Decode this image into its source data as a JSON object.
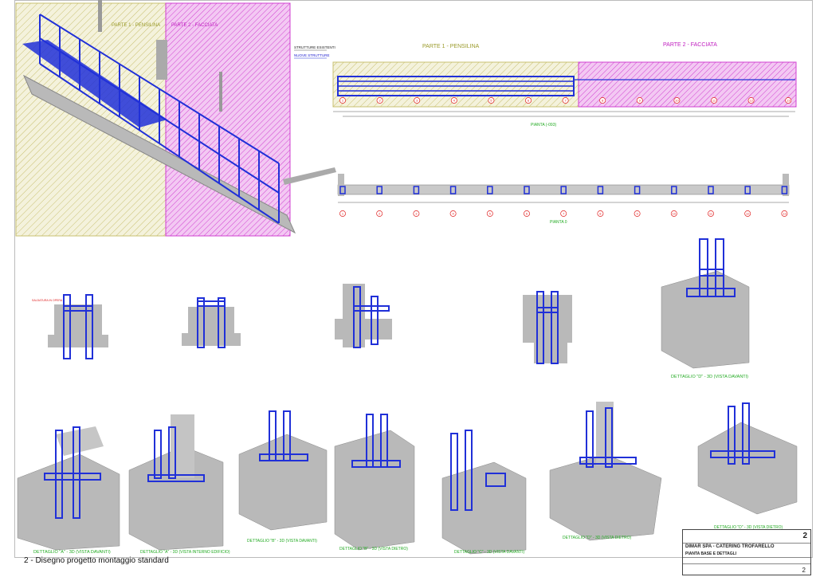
{
  "labels": {
    "part1": "PARTE 1 - PENSILINA",
    "part2": "PARTE 2 - FACCIATA",
    "legend_existing": "STRUTTURE ESISTENTI",
    "legend_new": "NUOVE STRUTTURE",
    "plan_top": "PIANTA (-093)",
    "plan_bottom": "PIANTA 0"
  },
  "grid_numbers": [
    "1",
    "2",
    "3",
    "4",
    "5",
    "6",
    "7",
    "8",
    "9",
    "10",
    "11",
    "12",
    "13"
  ],
  "details": {
    "d0": "DETTAGLIO \"D\" - 3D (VISTA DAVANTI)",
    "d1": "DETTAGLIO \"A\" - 3D (VISTA DAVANTI)",
    "d2": "DETTAGLIO \"A\" - 3D (VISTA INTERNO EDIFICIO)",
    "d3": "DETTAGLIO \"B\" - 3D (VISTA DAVANTI)",
    "d4": "DETTAGLIO \"B\" - 3D (VISTA DIETRO)",
    "d5": "DETTAGLIO \"C\" - 3D (VISTA DAVANTI)",
    "d6": "DETTAGLIO \"D\" - 3D (VISTA DIETRO)",
    "d7": "DETTAGLIO \"D\" - 3D (VISTA DIETRO)"
  },
  "note": "SALDATURA IN OPERA",
  "caption": "2 - Disegno progetto montaggio standard",
  "title_block": {
    "sheet_number": "2",
    "client": "DIMAR SPA - CATERING TROFARELLO",
    "title": "PIANTA BASE E DETTAGLI",
    "sheet": "2"
  },
  "colors": {
    "blue": "#2030d8",
    "magenta": "#d22bd2",
    "olive": "#b8b050",
    "concrete": "#b9b9b9",
    "red": "#e02020",
    "green": "#22aa22"
  }
}
